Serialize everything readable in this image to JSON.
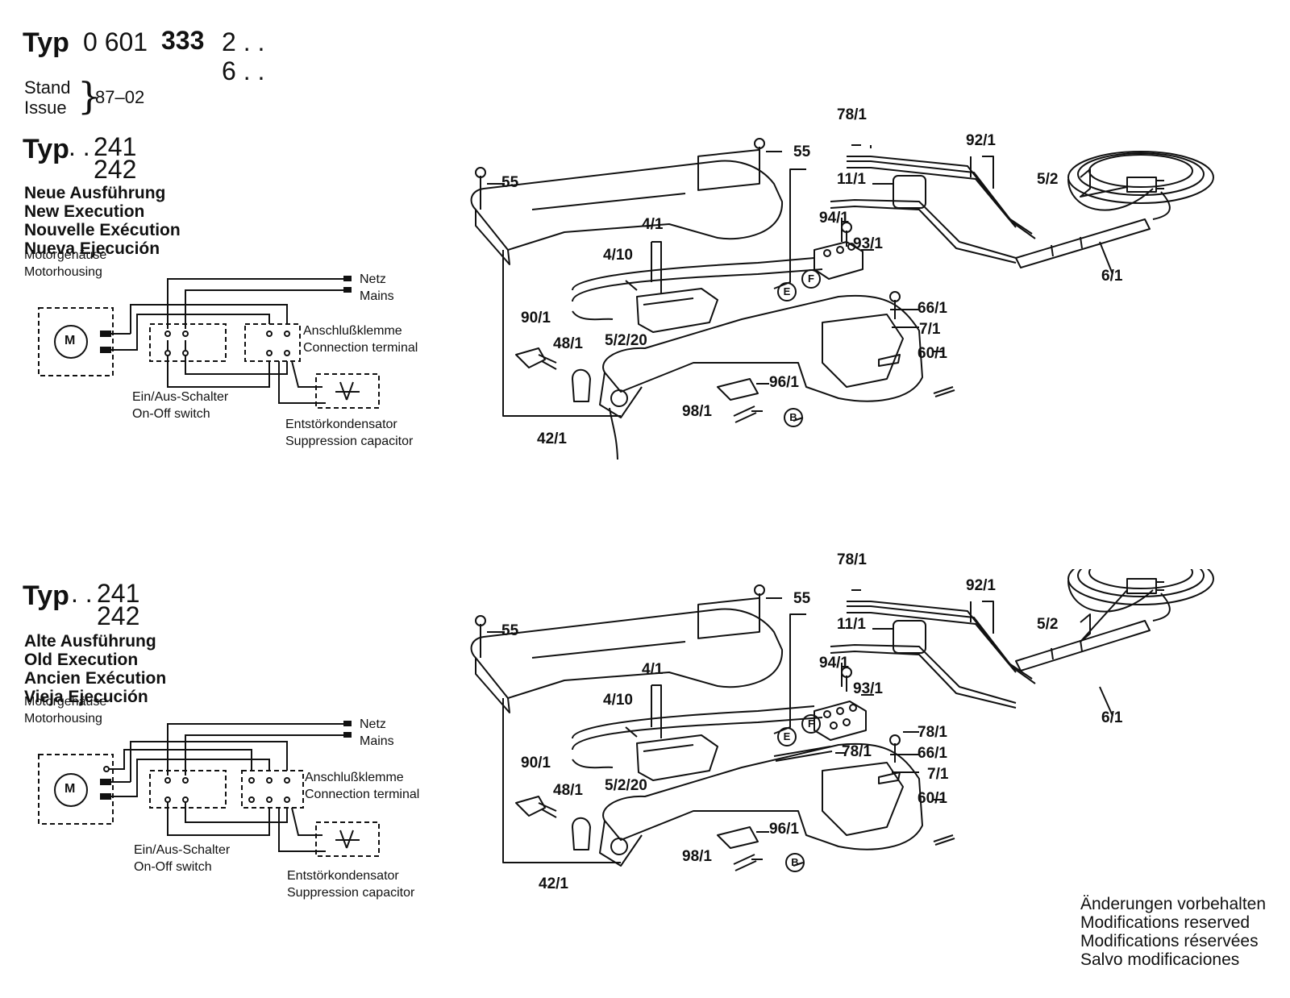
{
  "header": {
    "typ_label": "Typ",
    "type_number_prefix": "0 601",
    "type_number_bold": "333",
    "type_suffix_1": "2 . .",
    "type_suffix_2": "6 . .",
    "stand_label": "Stand",
    "issue_label": "Issue",
    "issue_date": "87–02"
  },
  "sections": [
    {
      "typ_label": "Typ",
      "typ_prefix": ". .",
      "typ_a": "241",
      "typ_b": "242",
      "execution": [
        "Neue Ausführung",
        "New Execution",
        "Nouvelle Exécution",
        "Nueva Ejecución"
      ],
      "wiring": {
        "motor_label_de": "Motorgehäuse",
        "motor_label_en": "Motorhousing",
        "motor_symbol": "M",
        "mains_de": "Netz",
        "mains_en": "Mains",
        "terminal_de": "Anschlußklemme",
        "terminal_en": "Connection terminal",
        "switch_de": "Ein/Aus-Schalter",
        "switch_en": "On-Off switch",
        "capacitor_de": "Entstörkondensator",
        "capacitor_en": "Suppression capacitor"
      },
      "parts": [
        "55",
        "55",
        "78/1",
        "92/1",
        "11/1",
        "5/2",
        "4/1",
        "94/1",
        "93/1",
        "6/1",
        "4/10",
        "66/1",
        "7/1",
        "90/1",
        "48/1",
        "5/2/20",
        "60/1",
        "96/1",
        "98/1",
        "42/1"
      ],
      "markers": [
        "F",
        "E",
        "B"
      ]
    },
    {
      "typ_label": "Typ",
      "typ_prefix": ". .",
      "typ_a": "241",
      "typ_b": "242",
      "execution": [
        "Alte Ausführung",
        "Old Execution",
        "Ancien Exécution",
        "Vieja Ejecución"
      ],
      "wiring": {
        "motor_label_de": "Motorgehäuse",
        "motor_label_en": "Motorhousing",
        "motor_symbol": "M",
        "mains_de": "Netz",
        "mains_en": "Mains",
        "terminal_de": "Anschlußklemme",
        "terminal_en": "Connection terminal",
        "switch_de": "Ein/Aus-Schalter",
        "switch_en": "On-Off switch",
        "capacitor_de": "Entstörkondensator",
        "capacitor_en": "Suppression capacitor"
      },
      "parts": [
        "55",
        "55",
        "78/1",
        "92/1",
        "11/1",
        "5/2",
        "4/1",
        "94/1",
        "93/1",
        "6/1",
        "4/10",
        "78/1",
        "78/1",
        "66/1",
        "7/1",
        "90/1",
        "48/1",
        "5/2/20",
        "60/1",
        "96/1",
        "98/1",
        "42/1"
      ],
      "markers": [
        "F",
        "E",
        "B"
      ]
    }
  ],
  "footer": [
    "Änderungen vorbehalten",
    "Modifications reserved",
    "Modifications réservées",
    "Salvo modificaciones"
  ]
}
